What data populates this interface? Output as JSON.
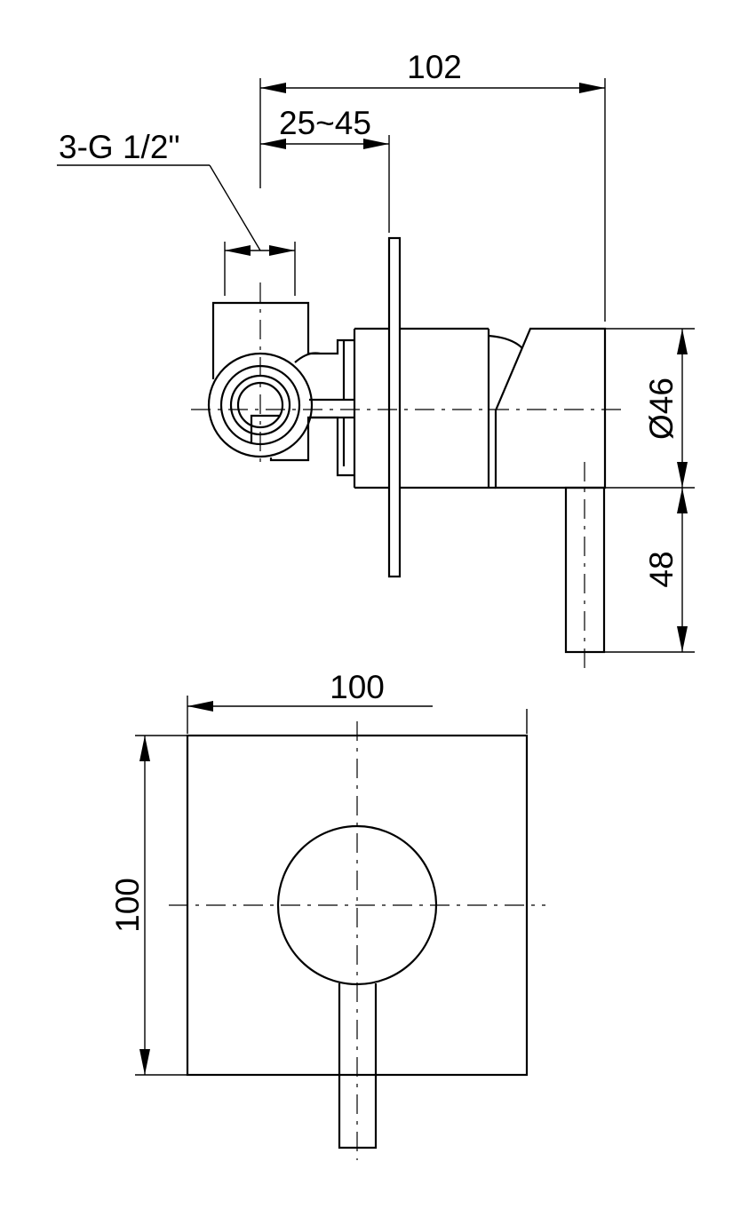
{
  "side_view": {
    "overall_length": "102",
    "wall_adjust": "25~45",
    "inlet_thread": "3-G 1/2\"",
    "body_diameter": "Ø46",
    "lever_length": "48"
  },
  "front_view": {
    "plate_width": "100",
    "plate_height": "100"
  }
}
